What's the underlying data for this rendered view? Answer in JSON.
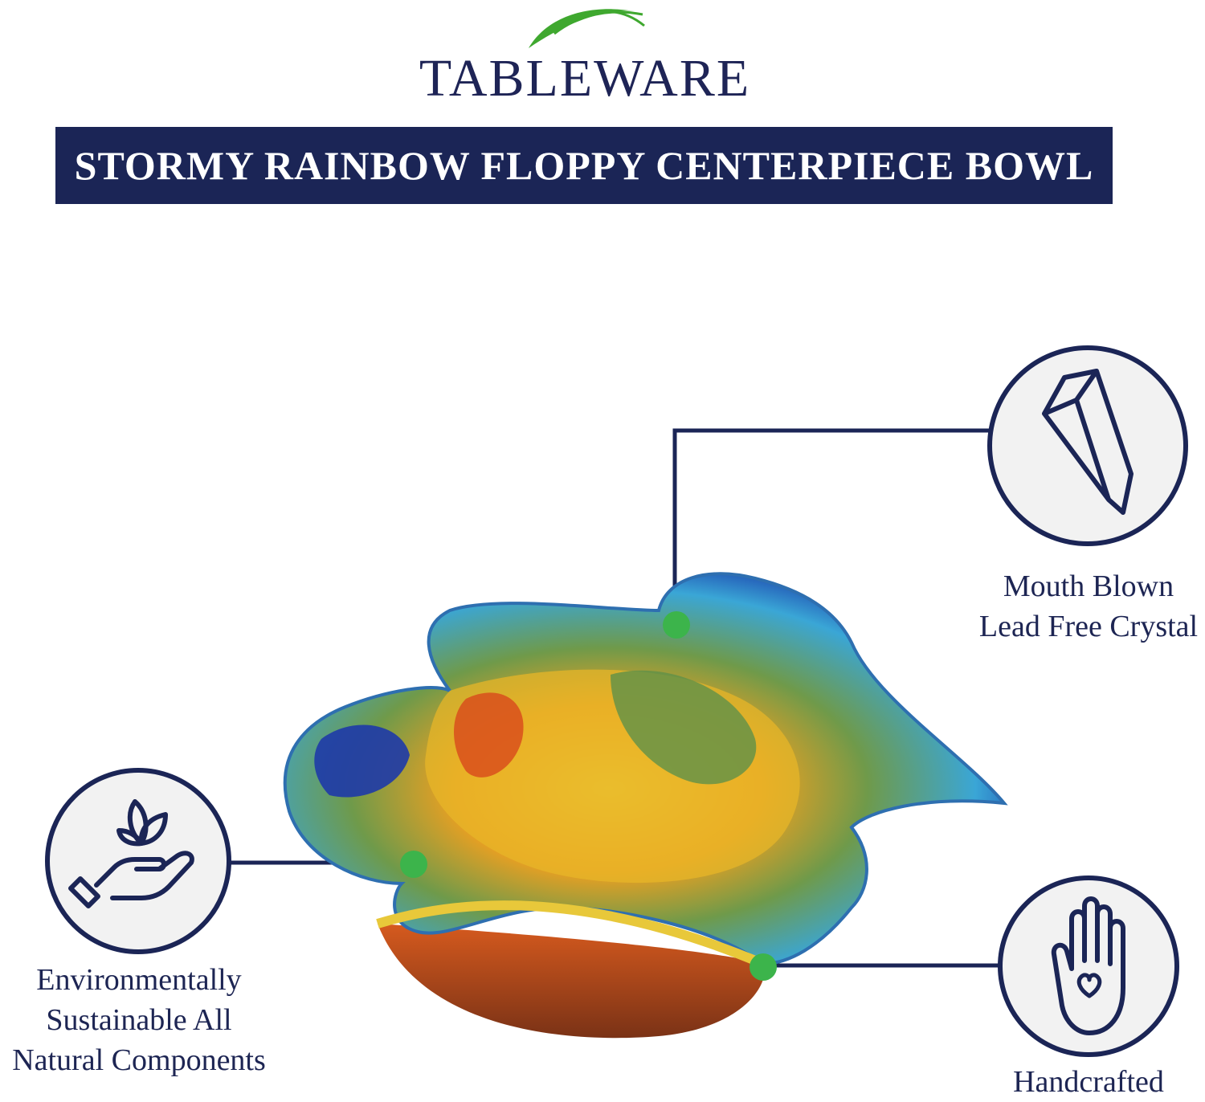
{
  "brand": {
    "name": "TABLEWARE"
  },
  "banner": {
    "title": "STORMY RAINBOW FLOPPY CENTERPIECE BOWL"
  },
  "colors": {
    "navy": "#1b2556",
    "leaf_green": "#3fa82f",
    "dot_green": "#3cb44b",
    "icon_circle_fill": "#f2f2f2"
  },
  "features": [
    {
      "icon": "crystal-icon",
      "lines": [
        "Mouth Blown",
        "Lead Free Crystal"
      ]
    },
    {
      "icon": "hand-leaves-icon",
      "lines": [
        "Environmentally",
        "Sustainable All",
        "Natural Components"
      ]
    },
    {
      "icon": "hand-heart-icon",
      "lines": [
        "Handcrafted"
      ]
    }
  ]
}
